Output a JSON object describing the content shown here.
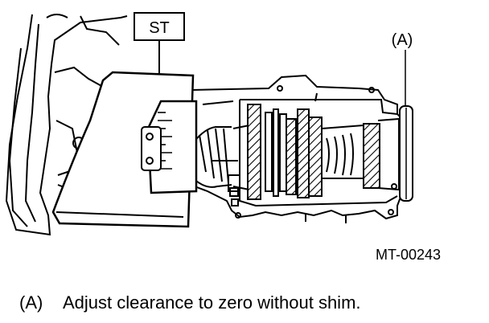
{
  "labels": {
    "st_tool": "ST",
    "callout_a": "(A)",
    "figure_code": "MT-00243"
  },
  "caption": {
    "key": "(A)",
    "text": "Adjust clearance to zero without shim."
  },
  "colors": {
    "line": "#000000",
    "background": "#ffffff"
  }
}
